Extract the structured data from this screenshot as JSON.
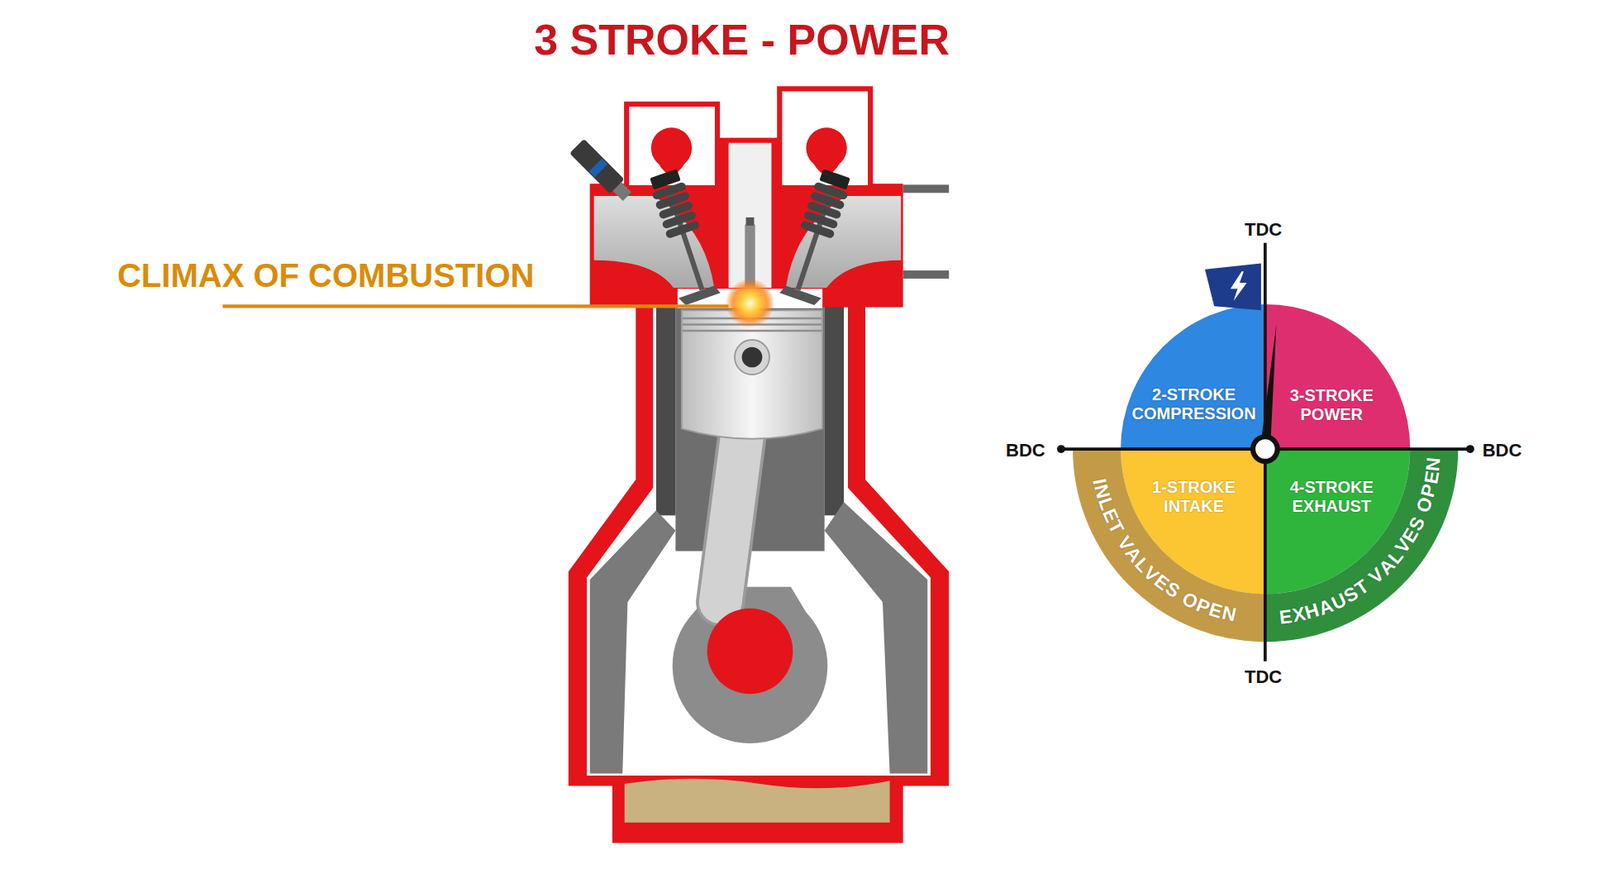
{
  "diagram": {
    "title": "3 STROKE - POWER",
    "nodes": [
      {
        "text": [
          "2-STROKE COMPRESSION"
        ]
      },
      {
        "text": [
          "3-STROKE POWER"
        ]
      },
      {
        "text": [
          "1-STROKE INTAKE"
        ]
      },
      {
        "text": [
          "4-STROKE EXHAUST"
        ]
      },
      {
        "text": [
          "INLET VALVES OPEN"
        ]
      },
      {
        "text": [
          "EXHAUST VALVES OPEN"
        ]
      }
    ],
    "labels": [
      "CLIMAX OF COMBUSTION",
      "TDC",
      "BDC",
      "BDC",
      "TDC"
    ]
  }
}
